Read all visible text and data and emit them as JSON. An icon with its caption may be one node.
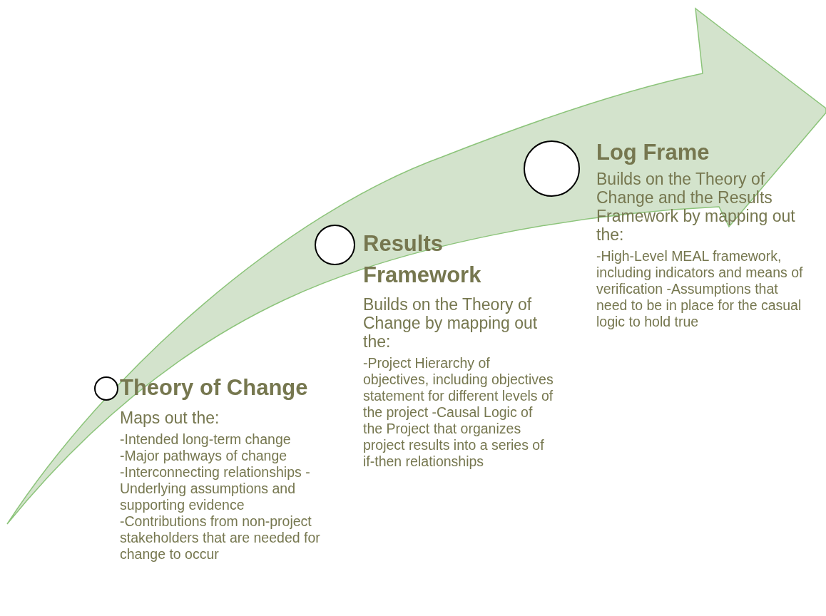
{
  "diagram": {
    "nodes": [
      {
        "text": [],
        "shape": "circle",
        "beside": [
          "Theory of Change",
          "Maps out the:",
          "-Intended long-term change",
          "-Major pathways of change",
          "-Interconnecting relationships -Underlying assumptions and supporting evidence",
          "-Contributions from non-project stakeholders that are needed for change to occur"
        ]
      },
      {
        "text": [],
        "shape": "circle",
        "beside": [
          "Results Framework",
          "Builds on the Theory of Change by mapping out the:",
          "-Project Hierarchy of objectives, including objectives statement for different levels of the project -Causal Logic of the Project that organizes project results into a series of if-then relationships"
        ]
      },
      {
        "text": [],
        "shape": "circle",
        "beside": [
          "Log Frame",
          "Builds on the Theory of Change and the Results Framework by mapping out the:",
          "-High-Level MEAL framework, including indicators and means of verification -Assumptions that need to be in place for the casual logic to hold true"
        ]
      }
    ]
  }
}
